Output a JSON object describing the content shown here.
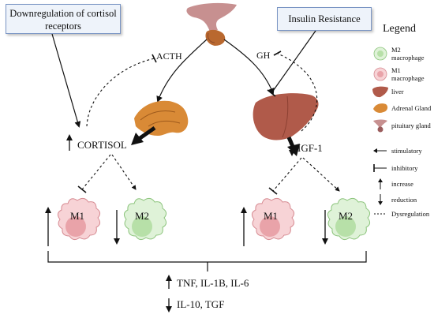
{
  "boxes": {
    "cortisol_receptors": "Downregulation of cortisol receptors",
    "insulin_resistance": "Insulin Resistance"
  },
  "labels": {
    "acth": "ACTH",
    "gh": "GH",
    "cortisol": "CORTISOL",
    "igf1": "IGF-1",
    "m1": "M1",
    "m2": "M2",
    "cytokines_up": "TNF, IL-1B, IL-6",
    "cytokines_down": "IL-10, TGF"
  },
  "legend": {
    "title": "Legend",
    "items": [
      {
        "icon": "m2-macrophage-icon",
        "label": "M2 macrophage"
      },
      {
        "icon": "m1-macrophage-icon",
        "label": "M1 macrophage"
      },
      {
        "icon": "liver-icon",
        "label": "liver"
      },
      {
        "icon": "adrenal-gland-icon",
        "label": "Adrenal Gland"
      },
      {
        "icon": "pituitary-gland-icon",
        "label": "pituitary gland"
      },
      {
        "icon": "stimulatory-arrow-icon",
        "label": "stimulatory"
      },
      {
        "icon": "inhibitory-tbar-icon",
        "label": "inhibitory"
      },
      {
        "icon": "increase-arrow-icon",
        "label": "increase"
      },
      {
        "icon": "reduction-arrow-icon",
        "label": "reduction"
      },
      {
        "icon": "dashed-line-icon",
        "label": "Dysregulation"
      }
    ]
  },
  "colors": {
    "m1_fill": "#f7d3d6",
    "m1_core": "#e9a3a9",
    "m1_edge": "#d68a91",
    "m2_fill": "#dff2d8",
    "m2_core": "#b7e0a8",
    "m2_edge": "#8cc47c",
    "liver": "#b05a4a",
    "adrenal": "#d98a36",
    "pituitary": "#9a5c5c",
    "box_fill": "#eef3fa",
    "box_border": "#7a95c4"
  }
}
